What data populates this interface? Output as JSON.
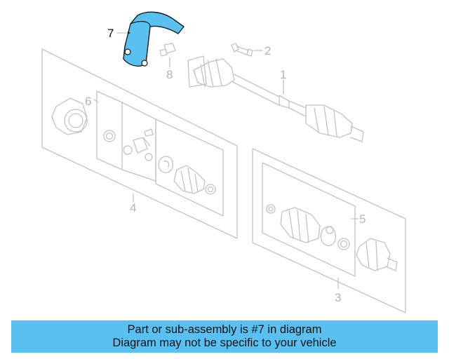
{
  "diagram": {
    "callouts": [
      {
        "id": "7",
        "label": "7",
        "highlighted": true
      },
      {
        "id": "2",
        "label": "2"
      },
      {
        "id": "8",
        "label": "8"
      },
      {
        "id": "1",
        "label": "1"
      },
      {
        "id": "6",
        "label": "6"
      },
      {
        "id": "4",
        "label": "4"
      },
      {
        "id": "5",
        "label": "5"
      },
      {
        "id": "3",
        "label": "3"
      }
    ],
    "colors": {
      "highlight": "#58c1f1",
      "line": "#c3c3c3",
      "text": "#b4b4b4"
    }
  },
  "banner": {
    "line1": "Part or sub-assembly is #7 in diagram",
    "line2": "Diagram may not be specific to your vehicle",
    "color": "#58c1f1"
  }
}
